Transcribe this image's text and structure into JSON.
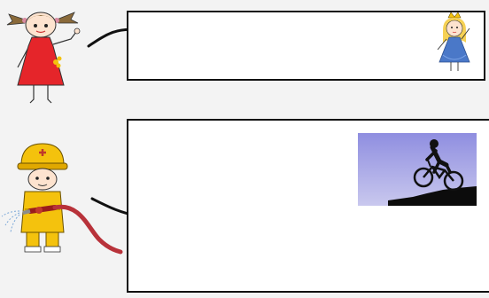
{
  "scene": {
    "panels": [
      {
        "id": "panel-top",
        "clipart": "princess-clipart"
      },
      {
        "id": "panel-bottom",
        "clipart": "mountain-bike-photo"
      }
    ],
    "characters": [
      "girl-in-red-dress-clipart",
      "firefighter-with-hose-clipart"
    ]
  },
  "colors": {
    "background": "#f3f3f3",
    "panel_border": "#111111",
    "dress_red": "#e5252a",
    "helmet_yellow": "#f4c20d",
    "princess_blue": "#4a78c8",
    "sky_violet": "#a7a5e2"
  }
}
